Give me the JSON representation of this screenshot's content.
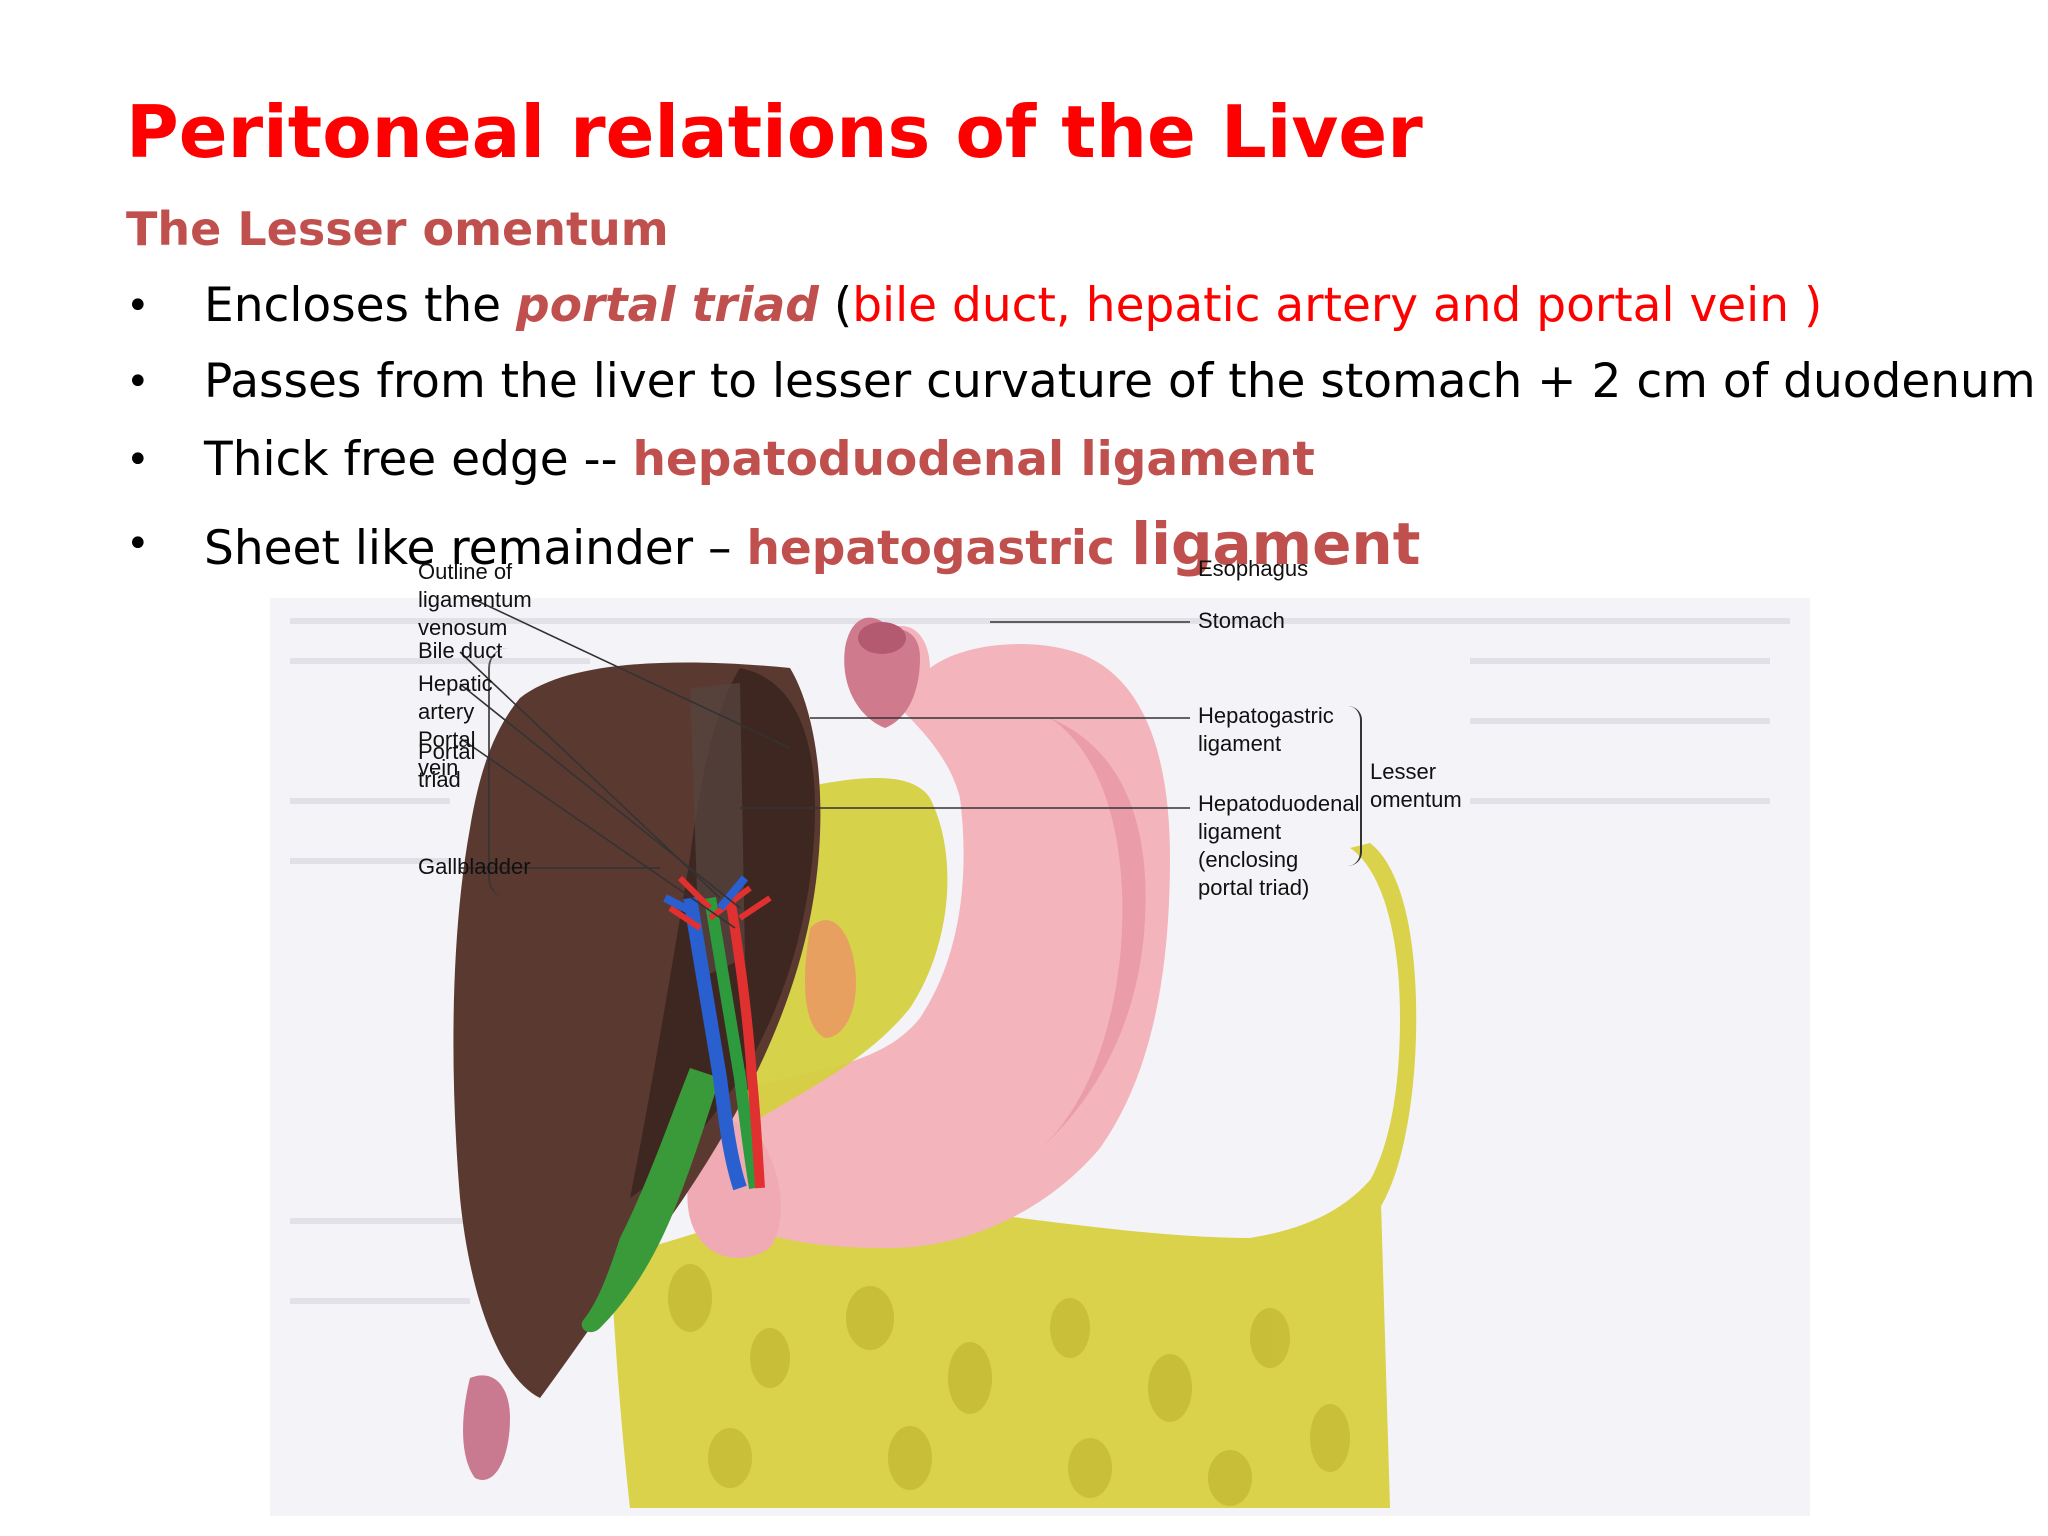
{
  "slide": {
    "title": "Peritoneal relations of the Liver",
    "subtitle": "The Lesser omentum",
    "bullets": [
      {
        "parts": [
          {
            "text": "Encloses the ",
            "style": "normal"
          },
          {
            "text": "portal triad",
            "style": "em-red"
          },
          {
            "text": " (",
            "style": "normal"
          },
          {
            "text": "bile duct, hepatic artery and portal vein )",
            "style": "red"
          }
        ]
      },
      {
        "parts": [
          {
            "text": "Passes from the liver to lesser curvature of the stomach + 2 cm of duodenum",
            "style": "normal"
          }
        ]
      },
      {
        "parts": [
          {
            "text": "Thick free edge  -- ",
            "style": "normal"
          },
          {
            "text": "hepatoduodenal ligament",
            "style": "dark-red-bold"
          }
        ]
      },
      {
        "parts": [
          {
            "text": "Sheet like remainder – ",
            "style": "normal"
          },
          {
            "text": "hepatogastric ",
            "style": "dark-red-bold"
          },
          {
            "text": "ligament",
            "style": "dark-red-bold-big"
          }
        ]
      }
    ],
    "bullet_symbol": "•"
  },
  "figure": {
    "labels": {
      "outline": [
        "Outline of",
        "ligamentum",
        "venosum"
      ],
      "bile_duct": "Bile duct",
      "hepatic_artery": [
        "Hepatic",
        "artery"
      ],
      "portal_vein": [
        "Portal",
        "vein"
      ],
      "portal_triad": [
        "Portal",
        "triad"
      ],
      "gallbladder": "Gallbladder",
      "esophagus": "Esophagus",
      "stomach": "Stomach",
      "hepatogastric": [
        "Hepatogastric",
        "ligament"
      ],
      "lesser_omentum": [
        "Lesser",
        "omentum"
      ],
      "hepatoduodenal": [
        "Hepatoduodenal",
        "ligament",
        "(enclosing",
        "portal triad)"
      ]
    },
    "colors": {
      "liver": "#5a3a30",
      "liver_cut": "#3e2720",
      "stomach": "#f3b4bc",
      "omentum": "#d9d24a",
      "artery": "#e03030",
      "vein": "#2a5fd0",
      "bile_duct": "#2e9a3e",
      "gallbladder": "#3a9a3a"
    }
  }
}
